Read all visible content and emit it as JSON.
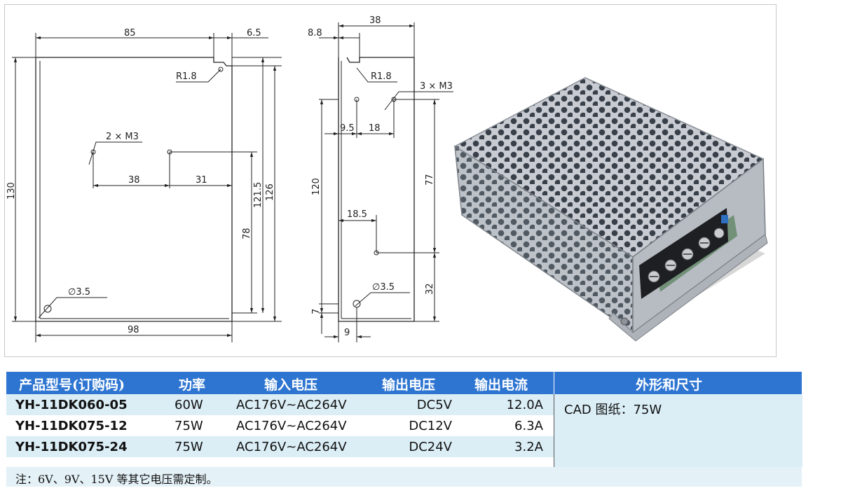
{
  "drawing": {
    "left_view": {
      "dims": [
        "85",
        "6.5",
        "R1.8",
        "2 × M3",
        "38",
        "31",
        "121.5",
        "126",
        "130",
        "78",
        "∅3.5",
        "98"
      ]
    },
    "side_view": {
      "dims": [
        "8.8",
        "38",
        "R1.8",
        "3 × M3",
        "9.5",
        "18",
        "120",
        "77",
        "18.5",
        "∅3.5",
        "32",
        "7",
        "9"
      ]
    }
  },
  "table": {
    "headers": {
      "model": "产品型号(订购码)",
      "power": "功率",
      "input": "输入电压",
      "output_v": "输出电压",
      "output_a": "输出电流",
      "shape": "外形和尺寸"
    },
    "rows": [
      {
        "model": "YH-11DK060-05",
        "power": "60W",
        "input": "AC176V~AC264V",
        "output_v": "DC5V",
        "output_a": "12.0A"
      },
      {
        "model": "YH-11DK075-12",
        "power": "75W",
        "input": "AC176V~AC264V",
        "output_v": "DC12V",
        "output_a": "6.3A"
      },
      {
        "model": "YH-11DK075-24",
        "power": "75W",
        "input": "AC176V~AC264V",
        "output_v": "DC24V",
        "output_a": "3.2A"
      }
    ],
    "shape_text": "CAD 图纸：75W"
  },
  "note": "注：6V、9V、15V 等其它电压需定制。",
  "colors": {
    "header_bg": "#2e75d1",
    "row_alt": "#dbeef6",
    "note_bg": "#e4f1f7"
  }
}
